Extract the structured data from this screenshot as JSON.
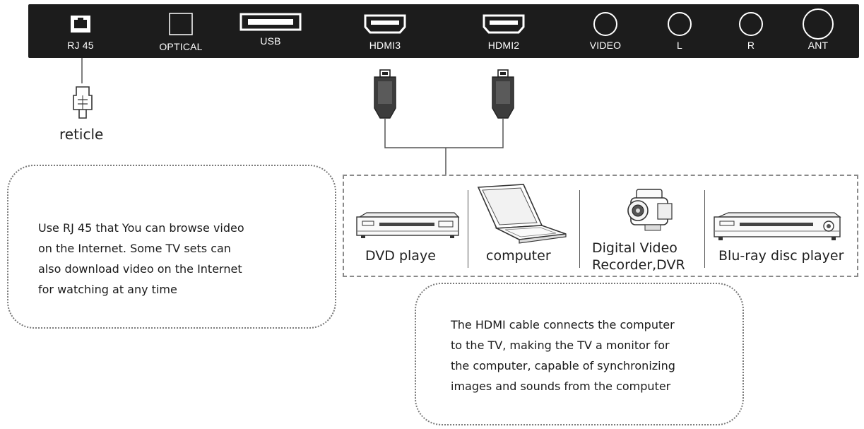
{
  "panel": {
    "ports": [
      {
        "label": "RJ 45",
        "icon": "rj45-port-icon"
      },
      {
        "label": "OPTICAL",
        "icon": "optical-port-icon"
      },
      {
        "label": "USB",
        "icon": "usb-port-icon"
      },
      {
        "label": "HDMI3",
        "icon": "hdmi-port-icon"
      },
      {
        "label": "HDMI2",
        "icon": "hdmi-port-icon"
      },
      {
        "label": "VIDEO",
        "icon": "round-port-icon"
      },
      {
        "label": "L",
        "icon": "round-port-icon"
      },
      {
        "label": "R",
        "icon": "round-port-icon"
      },
      {
        "label": "ANT",
        "icon": "antenna-port-icon"
      }
    ]
  },
  "reticle": {
    "label": "reticle"
  },
  "rj45_note": {
    "lines": [
      "Use RJ 45 that You can browse video",
      "on the Internet. Some TV sets can",
      "also download video on the Internet",
      "for watching at any time"
    ]
  },
  "devices": [
    {
      "lines": [
        "DVD playe"
      ],
      "icon": "dvd-player-icon"
    },
    {
      "lines": [
        "computer"
      ],
      "icon": "laptop-icon"
    },
    {
      "lines": [
        "Digital Video",
        "Recorder,DVR"
      ],
      "icon": "camcorder-icon"
    },
    {
      "lines": [
        "Blu-ray disc player"
      ],
      "icon": "bluray-player-icon"
    }
  ],
  "hdmi_note": {
    "lines": [
      "The HDMI cable connects the computer",
      "to the TV, making the TV a monitor for",
      "the computer, capable of synchronizing",
      "images and sounds from the computer"
    ]
  },
  "colors": {
    "panel": "#1c1c1c",
    "line": "#555555",
    "dotted_border": "#7a7a7a"
  }
}
